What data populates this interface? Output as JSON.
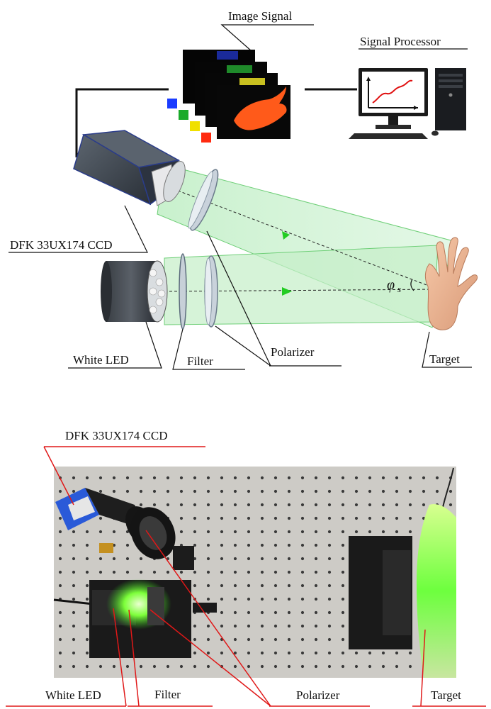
{
  "top_diagram": {
    "labels": {
      "image_signal": "Image Signal",
      "signal_processor": "Signal Processor",
      "camera": "DFK 33UX174 CCD",
      "light_source": "White LED",
      "filter": "Filter",
      "polarizer": "Polarizer",
      "target": "Target",
      "angle_symbol": "φ",
      "angle_subscript": "s"
    },
    "colors": {
      "beam": "#a8e6b0",
      "beam_edge": "#4caf50",
      "arrow": "#22cc22",
      "swatch_blue": "#1a3cff",
      "swatch_green": "#1aaa2a",
      "swatch_yellow": "#f0e000",
      "swatch_red": "#ff2a10",
      "curve_red": "#e01010"
    }
  },
  "bottom_photo": {
    "labels": {
      "camera": "DFK 33UX174 CCD",
      "light_source": "White LED",
      "filter": "Filter",
      "polarizer": "Polarizer",
      "target": "Target"
    },
    "colors": {
      "leader": "#e01818",
      "table": "#cdcbc6",
      "hand_glow": "#7dff5a"
    }
  }
}
